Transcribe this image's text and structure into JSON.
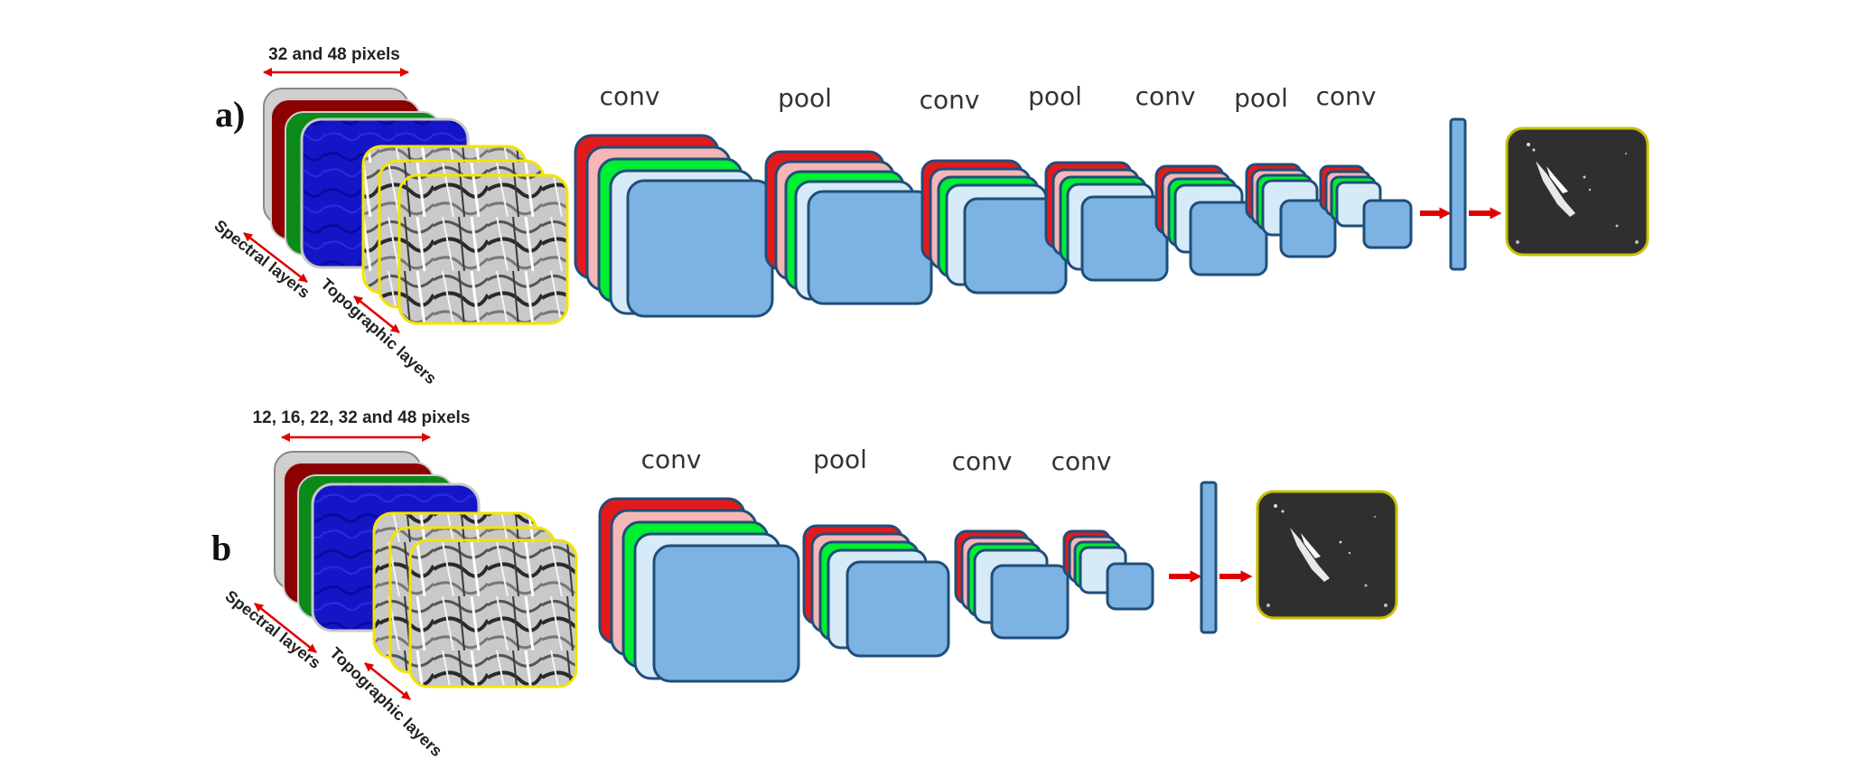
{
  "colors": {
    "accent_red": "#e00000",
    "layer_red": "#e31a1c",
    "layer_pink": "#f4b6b6",
    "layer_green": "#00ee33",
    "layer_lightblue": "#d6eaf8",
    "layer_blue": "#7cb3e3",
    "layer_stroke": "#1f4e79",
    "spectral_blue": "#1212c8",
    "topo_border": "#f2e400",
    "output_bg": "#2f2f2f"
  },
  "panel_a": {
    "label": "a)",
    "input_size": "32 and 48 pixels",
    "spectral_axis": "Spectral layers",
    "topographic_axis": "Topographic layers",
    "layers": [
      "conv",
      "pool",
      "conv",
      "pool",
      "conv",
      "pool",
      "conv"
    ]
  },
  "panel_b": {
    "label": "b",
    "input_size": "12, 16, 22, 32 and 48 pixels",
    "spectral_axis": "Spectral layers",
    "topographic_axis": "Topographic layers",
    "layers": [
      "conv",
      "pool",
      "conv",
      "conv"
    ]
  }
}
